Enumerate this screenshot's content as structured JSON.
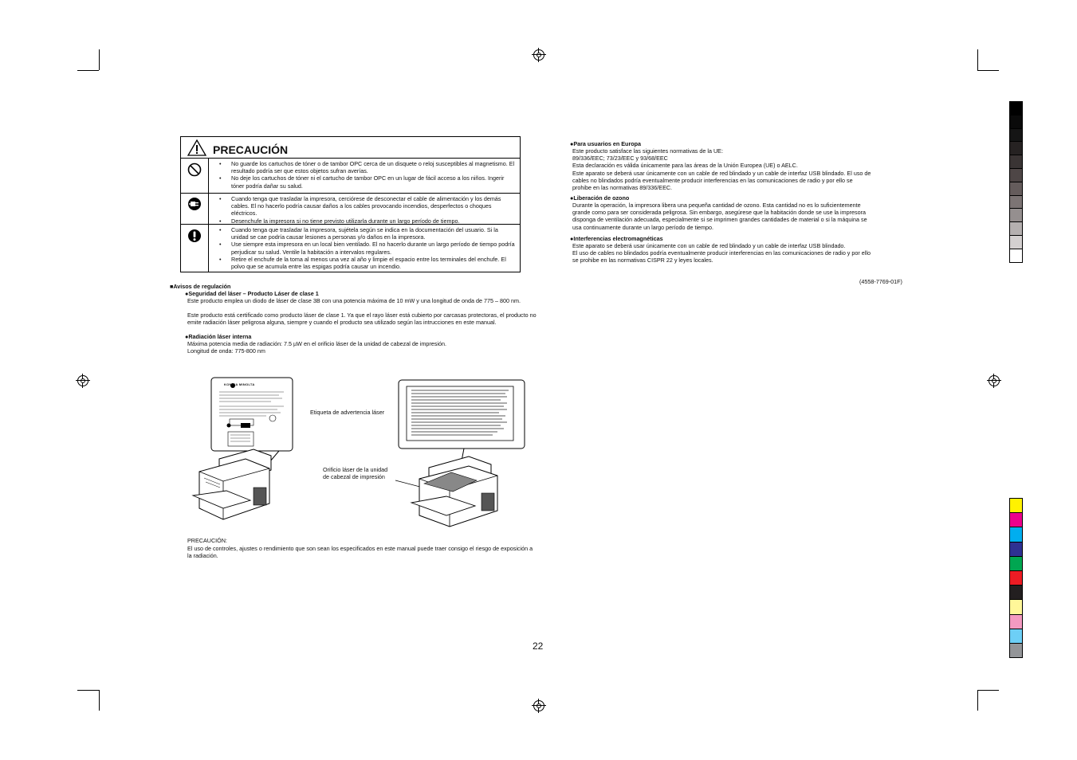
{
  "caution": {
    "title": "PRECAUCIÓN",
    "groups": [
      {
        "icon": "no-symbol-icon",
        "items": [
          "No guarde los cartuchos de tóner o de tambor OPC cerca de un disquete o reloj susceptibles al magnetismo. El resultado podría ser que estos objetos sufran averías.",
          "No deje los cartuchos de tóner ni el cartucho de tambor OPC en un lugar de fácil acceso a los niños. Ingerir tóner podría dañar su salud."
        ]
      },
      {
        "icon": "unplug-icon",
        "items": [
          "Cuando tenga que trasladar la impresora, cerciórese de desconectar el cable de alimentación y los demás cables. El no hacerlo podría causar daños a los cables provocando incendios, desperfectos o choques eléctricos.",
          "Desenchufe la impresora si no tiene previsto utilizarla durante un largo período de tiempo."
        ]
      },
      {
        "icon": "exclamation-icon",
        "items": [
          "Cuando tenga que trasladar la impresora, sujétela según se indica en la documentación del usuario. Si la unidad se cae podría causar lesiones a personas y/o daños en la impresora.",
          "Use siempre esta impresora en un local bien ventilado. El no hacerlo durante un largo período de tiempo podría perjudicar su salud. Ventile la habitación a intervalos regulares.",
          "Retire el enchufe de la toma al menos una vez al año y limpie el espacio entre los terminales del enchufe. El polvo que se acumula entre las espigas podría causar un incendio."
        ]
      }
    ]
  },
  "regulation": {
    "heading": "■Avisos de regulación",
    "laser_title": "●Seguridad del láser – Producto Láser de clase 1",
    "laser_p1": "Este producto emplea un diodo de láser de clase 3B con una potencia máxima de 10 mW y una longitud de onda de 775 – 800 nm.",
    "laser_p2": "Este producto está certificado como producto láser de clase 1. Ya que el rayo láser está cubierto por carcasas protectoras, el producto no emite radiación láser peligrosa alguna, siempre y cuando el producto sea utilizado según las intrucciones en este manual.",
    "internal_title": "●Radiación láser interna",
    "internal_p1": "Máxima potencia media de radiación: 7.5 µW en el orificio láser de la unidad de cabezal de impresión.",
    "internal_p2": "Longitud de onda: 775-800 nm"
  },
  "figure": {
    "label_warning": "Etiqueta de advertencia láser",
    "label_hole_1": "Orificio láser de la unidad",
    "label_hole_2": "de cabezal de impresión",
    "brand": "KONICA MINOLTA"
  },
  "bottom_caution": {
    "title": "PRECAUCIÓN:",
    "text": "El uso de controles, ajustes o rendimiento que son sean los especificados en este manual puede traer consigo el riesgo de exposición a la radiación."
  },
  "page_number": "22",
  "right": {
    "europe_title": "●Para usuarios en Europa",
    "europe_lines": [
      "Este producto satisface las siguientes normativas de la UE:",
      "89/336/EEC; 73/23/EEC y 93/68/EEC",
      "Esta declaración es válida únicamente para las áreas de la Unión Europea (UE) o AELC.",
      "Este aparato se deberá usar únicamente con un cable de red blindado y un cable de interfaz USB blindado.  El uso de",
      "cables no blindados podría eventualmente producir interferencias en las comunicaciones de radio y por ello se",
      "prohibe en las normativas 89/336/EEC."
    ],
    "ozone_title": "●Liberación de ozono",
    "ozone_lines": [
      "Durante la operación, la impresora libera una pequeña cantidad de ozono. Esta cantidad no es lo suficientemente",
      "grande como para ser considerada peligrosa. Sin embargo, asegúrese que la habitación donde se use la impresora",
      "disponga de ventilación adecuada, especialmente si se imprimen grandes cantidades de material o si la máquina se",
      "usa continuamente durante un largo período de tiempo."
    ],
    "emi_title": "●Interferencias electromagnéticas",
    "emi_lines": [
      "Este aparato se deberá usar únicamente con un cable de red blindado y un cable de interfaz USB blindado.",
      "El uso de cables no blindados podría eventualmente producir interferencias en las comunicaciones de radio y por ello",
      "se prohibe en las normativas CISPR 22 y leyes locales."
    ],
    "doc_code": "(4558-7769-01F)"
  },
  "color_bars": {
    "gray": [
      "#000000",
      "#0a0a0a",
      "#151515",
      "#262222",
      "#3a3434",
      "#4e4646",
      "#655c5c",
      "#7c7474",
      "#958f8f",
      "#b5b0b0",
      "#d4d0d0",
      "#ffffff"
    ],
    "process": [
      "#fff200",
      "#ec008c",
      "#00aeef",
      "#2e3192",
      "#00a651",
      "#ed1c24",
      "#231f20",
      "#fff799",
      "#f49ac1",
      "#6dcff6",
      "#939598"
    ]
  }
}
